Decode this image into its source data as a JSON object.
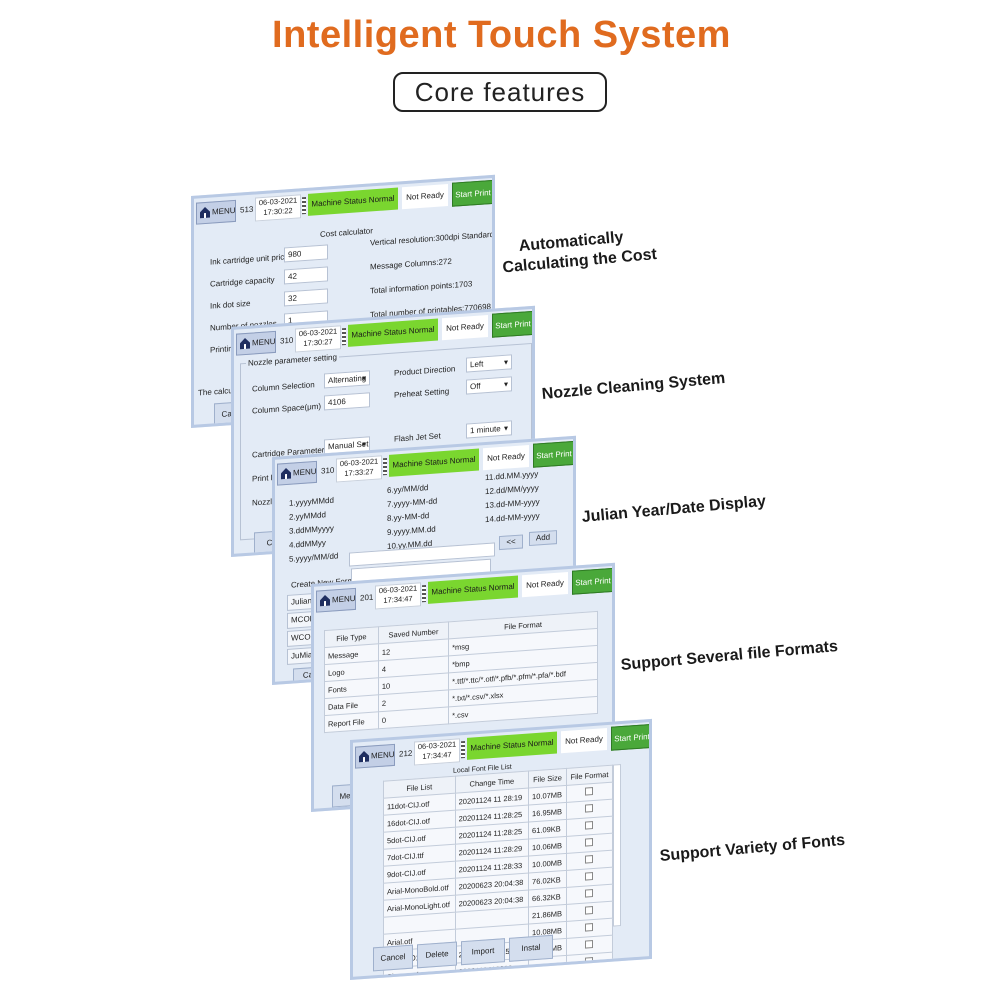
{
  "title": "Intelligent Touch System",
  "subtitle": "Core features",
  "captions": {
    "cost_line1": "Automatically",
    "cost_line2": "Calculating the Cost",
    "nozzle": "Nozzle Cleaning System",
    "julian": "Julian Year/Date Display",
    "formats": "Support Several file Formats",
    "fonts": "Support Variety of Fonts"
  },
  "header_common": {
    "menu": "MENU",
    "status": "Machine Status Normal",
    "not_ready": "Not Ready",
    "start": "Start Print",
    "date": "06-03-2021"
  },
  "colors": {
    "status": "#7ad62f",
    "start": "#4aa83a",
    "title": "#e06b1f",
    "screen_bg": "#e3ebf6"
  },
  "screen1": {
    "num": "513",
    "time": "17:30:22",
    "heading": "Cost calculator",
    "fields": [
      {
        "label": "Ink cartridge unit price",
        "value": "980"
      },
      {
        "label": "Cartridge capacity",
        "value": "42"
      },
      {
        "label": "Ink dot size",
        "value": "32"
      },
      {
        "label": "Number of nozzles",
        "value": "1"
      },
      {
        "label": "Printing",
        "value": ""
      }
    ],
    "info": [
      "Vertical resolution:300dpi Standard",
      "Message Columns:272",
      "Total information points:1703",
      "Total number of printables:770698"
    ],
    "footer_text": "The calcula",
    "cancel": "Cancel"
  },
  "screen2": {
    "num": "310",
    "time": "17:30:27",
    "heading": "Nozzle parameter setting",
    "col_sel_label": "Column Selection",
    "col_sel_value": "Alternating",
    "col_space_label": "Column Space(μm)",
    "col_space_value": "4106",
    "prod_dir_label": "Product Direction",
    "prod_dir_value": "Left",
    "preheat_label": "Preheat Setting",
    "preheat_value": "Off",
    "cart_label": "Cartridge Parameters",
    "cart_value": "Manual Set",
    "flash_label": "Flash Jet Set",
    "flash_value": "1 minute",
    "print_label": "Print F",
    "nozzle_label": "Nozzle",
    "cancel": "Can"
  },
  "screen3": {
    "num": "310",
    "time": "17:33:27",
    "formats_col1": [
      "1.yyyyMMdd",
      "2.yyMMdd",
      "3.ddMMyyyy",
      "4.ddMMyy",
      "5.yyyy/MM/dd"
    ],
    "formats_col2": [
      "6.yy/MM/dd",
      "7.yyyy-MM-dd",
      "8.yy-MM-dd",
      "9.yyyy.MM.dd",
      "10.yy.MM.dd"
    ],
    "formats_col3": [
      "11.dd.MM.yyyy",
      "12.dd/MM/yyyy",
      "13.dd-MM-yyyy",
      "14.dd-MM-yyyy"
    ],
    "back": "<<",
    "add": "Add",
    "create_label": "Create New Form",
    "list": [
      "JulianY",
      "MCOD",
      "WCOD",
      "JuMianD"
    ],
    "cancel": "Ca"
  },
  "screen4": {
    "num": "201",
    "time": "17:34:47",
    "headers": [
      "File Type",
      "Saved Number",
      "File Format"
    ],
    "rows": [
      [
        "Message",
        "12",
        "*msg"
      ],
      [
        "Logo",
        "4",
        "*bmp"
      ],
      [
        "Fonts",
        "10",
        "*.ttf/*.ttc/*.otf/*.pfb/*.pfm/*.pfa/*.bdf"
      ],
      [
        "Data File",
        "2",
        "*.txt/*.csv/*.xlsx"
      ],
      [
        "Report File",
        "0",
        "*.csv"
      ]
    ],
    "footer_text": "Mes"
  },
  "screen5": {
    "num": "212",
    "time": "17:34:47",
    "table_title": "Local Font File List",
    "headers": [
      "File List",
      "Change Time",
      "File Size",
      "File Format"
    ],
    "rows": [
      [
        "11dot-CIJ.otf",
        "20201124 11 28:19",
        "10.07MB"
      ],
      [
        "16dot-CIJ.otf",
        "20201124 11:28:25",
        "16.95MB"
      ],
      [
        "5dot-CIJ.otf",
        "20201124 11:28:25",
        "61.09KB"
      ],
      [
        "7dot-CIJ.ttf",
        "20201124 11:28:29",
        "10.06MB"
      ],
      [
        "9dot-CIJ.otf",
        "20201124 11:28:33",
        "10.00MB"
      ],
      [
        "Arial-MonoBold.otf",
        "20200623 20:04:38",
        "76.02KB"
      ],
      [
        "Arial-MonoLight.otf",
        "20200623 20:04:38",
        "66.32KB"
      ],
      [
        "",
        "",
        "21.86MB"
      ],
      [
        "Arial.otf",
        "",
        "10.08MB"
      ],
      [
        "JIANTIO1.tf",
        "2020112411:25:44",
        "14.60MB"
      ],
      [
        "Simsun.tf",
        "2020112412838",
        ""
      ]
    ],
    "buttons": [
      "Cancel",
      "Delete",
      "Import",
      "Instal"
    ]
  }
}
